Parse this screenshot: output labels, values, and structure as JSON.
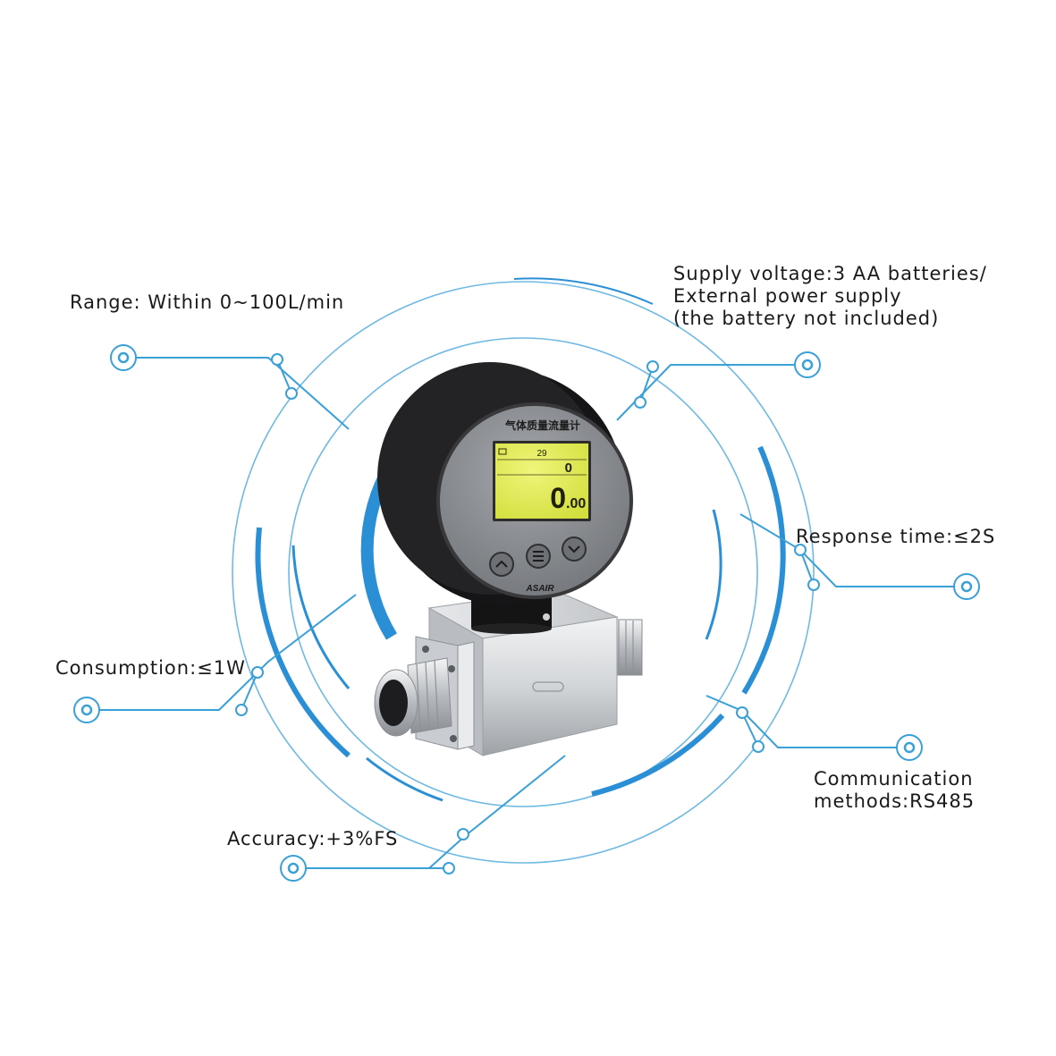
{
  "specs": {
    "range": "Range: Within 0~100L/min",
    "supply_line1": "Supply voltage:3 AA batteries/",
    "supply_line2": "External power supply",
    "supply_line3": "(the battery not included)",
    "response": "Response time:≤2S",
    "consumption": "Consumption:≤1W",
    "communication_line1": "Communication",
    "communication_line2": "methods:RS485",
    "accuracy": "Accuracy:+3%FS"
  },
  "device": {
    "face_title": "气体质量流量计",
    "brand": "ASAIR",
    "lcd_top_value": "29",
    "lcd_mid_value": "0",
    "lcd_main_value": "0",
    "lcd_main_decimals": ".00"
  },
  "colors": {
    "accent": "#2b8fd6",
    "line": "#3aa0d8",
    "lcd": "#e4ee5a",
    "housing": "#1a1a1a",
    "face": "#8f9296"
  }
}
